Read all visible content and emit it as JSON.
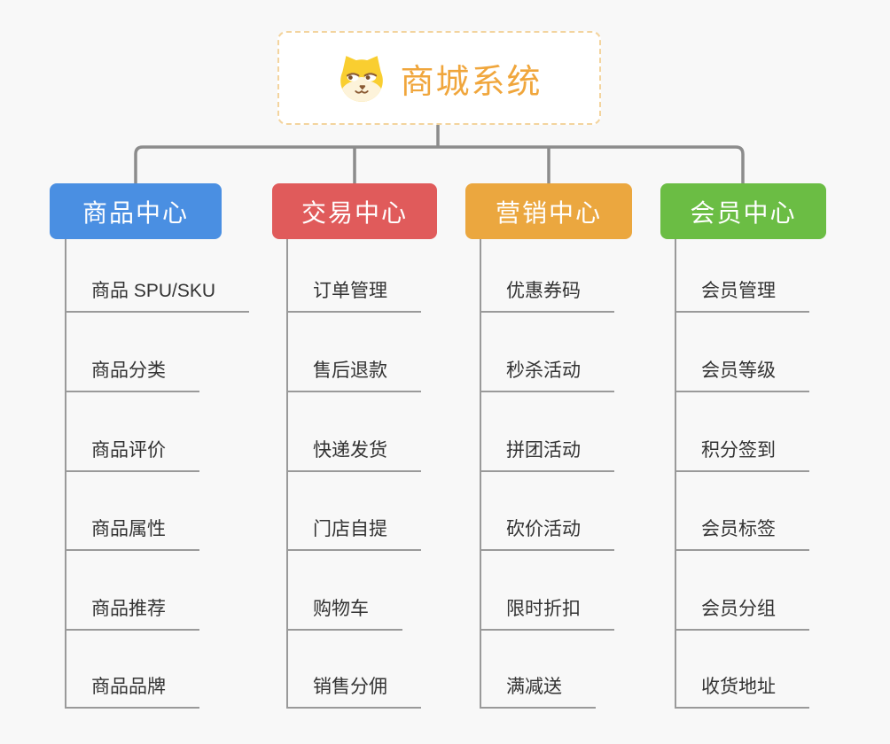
{
  "root": {
    "title": "商城系统",
    "icon": "shiba-dog-icon"
  },
  "branches": [
    {
      "label": "商品中心",
      "color": "#4a8fe2",
      "children": [
        "商品 SPU/SKU",
        "商品分类",
        "商品评价",
        "商品属性",
        "商品推荐",
        "商品品牌"
      ]
    },
    {
      "label": "交易中心",
      "color": "#e05b5b",
      "children": [
        "订单管理",
        "售后退款",
        "快递发货",
        "门店自提",
        "购物车",
        "销售分佣"
      ]
    },
    {
      "label": "营销中心",
      "color": "#eba73f",
      "children": [
        "优惠券码",
        "秒杀活动",
        "拼团活动",
        "砍价活动",
        "限时折扣",
        "满减送"
      ]
    },
    {
      "label": "会员中心",
      "color": "#6bbd44",
      "children": [
        "会员管理",
        "会员等级",
        "积分签到",
        "会员标签",
        "会员分组",
        "收货地址"
      ]
    }
  ],
  "colors": {
    "background": "#f8f8f8",
    "root_border": "#f3d49e",
    "root_title": "#f0a63c",
    "connector": "#8c8c8c",
    "underline": "#9a9a9a",
    "item_text": "#333333"
  }
}
